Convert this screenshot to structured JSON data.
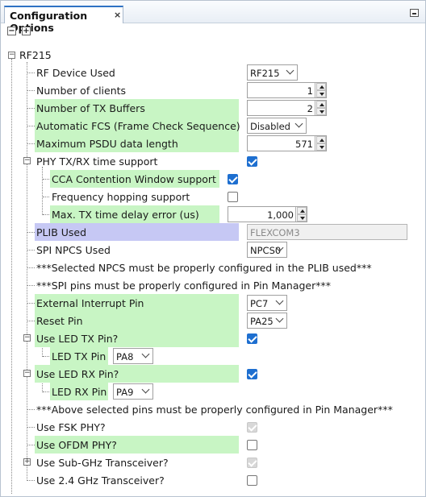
{
  "tab": {
    "title": "Configuration Options",
    "close": "×"
  },
  "toolbar": {
    "collapse": "−",
    "expand": "+"
  },
  "root": {
    "label": "RF215",
    "expander": "−"
  },
  "rows": {
    "rf_device": {
      "label": "RF Device Used",
      "value": "RF215"
    },
    "num_clients": {
      "label": "Number of clients",
      "value": "1"
    },
    "num_tx_buffers": {
      "label": "Number of TX Buffers",
      "value": "2"
    },
    "auto_fcs": {
      "label": "Automatic FCS (Frame Check Sequence)",
      "value": "Disabled"
    },
    "max_psdu": {
      "label": "Maximum PSDU data length",
      "value": "571"
    },
    "phy_txrx": {
      "label": "PHY TX/RX time support",
      "checked": true,
      "expander": "−"
    },
    "cca": {
      "label": "CCA Contention Window support",
      "checked": true
    },
    "freq_hop": {
      "label": "Frequency hopping support",
      "checked": false
    },
    "max_tx_delay": {
      "label": "Max. TX time delay error (us)",
      "value": "1,000"
    },
    "plib": {
      "label": "PLIB Used",
      "value": "FLEXCOM3"
    },
    "spi_npcs": {
      "label": "SPI NPCS Used",
      "value": "NPCS0"
    },
    "note_npcs": {
      "label": "***Selected NPCS must be properly configured in the PLIB used***"
    },
    "note_spi": {
      "label": "***SPI pins must be properly configured in Pin Manager***"
    },
    "ext_int": {
      "label": "External Interrupt Pin",
      "value": "PC7"
    },
    "reset_pin": {
      "label": "Reset Pin",
      "value": "PA25"
    },
    "led_tx": {
      "label": "Use LED TX Pin?",
      "checked": true,
      "expander": "−"
    },
    "led_tx_pin": {
      "label": "LED TX Pin",
      "value": "PA8"
    },
    "led_rx": {
      "label": "Use LED RX Pin?",
      "checked": true,
      "expander": "−"
    },
    "led_rx_pin": {
      "label": "LED RX Pin",
      "value": "PA9"
    },
    "note_pins": {
      "label": "***Above selected pins must be properly configured in Pin Manager***"
    },
    "fsk_phy": {
      "label": "Use FSK PHY?",
      "checked": true,
      "disabled": true
    },
    "ofdm_phy": {
      "label": "Use OFDM PHY?",
      "checked": false
    },
    "subghz": {
      "label": "Use Sub-GHz Transceiver?",
      "checked": true,
      "disabled": true,
      "expander": "+"
    },
    "ghz24": {
      "label": "Use 2.4 GHz Transceiver?",
      "checked": false
    }
  }
}
